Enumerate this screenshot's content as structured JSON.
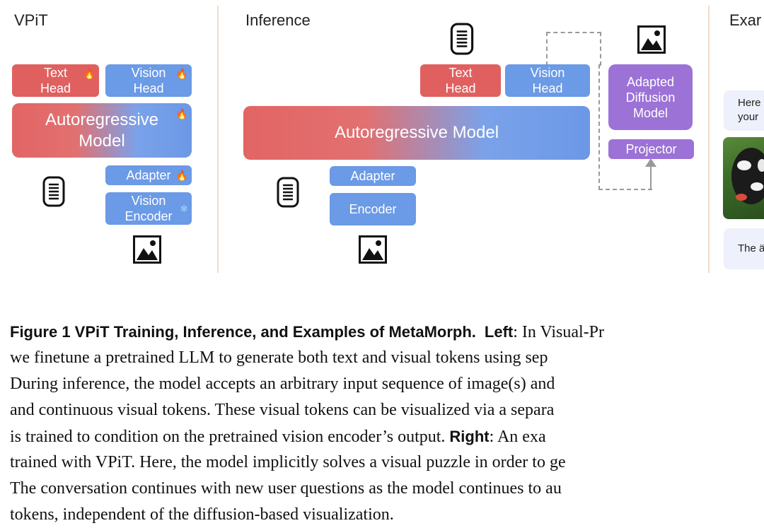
{
  "sections": {
    "left_title": "VPiT",
    "middle_title": "Inference",
    "right_title": "Exar"
  },
  "left": {
    "text_head": [
      "Text",
      "Head"
    ],
    "vision_head": [
      "Vision",
      "Head"
    ],
    "model": [
      "Autoregressive",
      "Model"
    ],
    "adapter": "Adapter",
    "encoder": [
      "Vision",
      "Encoder"
    ]
  },
  "middle": {
    "text_head": [
      "Text",
      "Head"
    ],
    "vision_head": [
      "Vision",
      "Head"
    ],
    "model": "Autoregressive Model",
    "adapter": "Adapter",
    "encoder": "Encoder",
    "diffusion": [
      "Adapted",
      "Diffusion",
      "Model"
    ],
    "projector": "Projector"
  },
  "right": {
    "bubble1": [
      "Here",
      "your"
    ],
    "bubble2": "The ä"
  },
  "icons": {
    "fire": "fire-icon",
    "snowflake": "snowflake-icon",
    "document": "document-icon",
    "image": "image-icon"
  },
  "caption": {
    "label": "Figure 1  VPiT Training, Inference, and Examples of MetaMorph.",
    "left_label": "Left",
    "line1_rest": ": In Visual-Pr",
    "line2": "we finetune a pretrained LLM to generate both text and visual tokens using sep",
    "line3": "During inference, the model accepts an arbitrary input sequence of image(s) and",
    "line4": "and continuous visual tokens. These visual tokens can be visualized via a separa",
    "line5_a": "is trained to condition on the pretrained vision encoder’s output.",
    "right_label": "Right",
    "line5_b": ": An exa",
    "line6": "trained with VPiT. Here, the model implicitly solves a visual puzzle in order to ge",
    "line7": "The conversation continues with new user questions as the model continues to au",
    "line8": "tokens, independent of the diffusion-based visualization."
  },
  "colors": {
    "text_head": "#e06060",
    "vision_head": "#6b9ae6",
    "diffusion": "#9c72d6",
    "divider": "#f1dccb"
  }
}
